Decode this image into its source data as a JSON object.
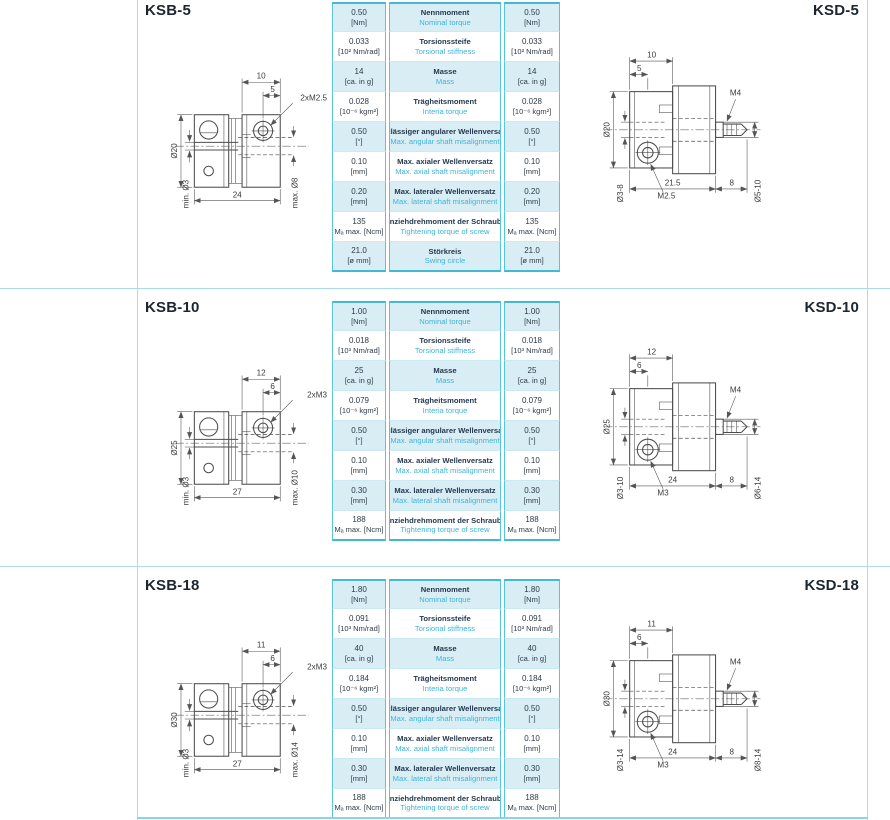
{
  "colors": {
    "accent_cyan": "#43b9d6",
    "row_shade": "#d9edf5",
    "english_label": "#3fb4d8",
    "dark_text": "#2d3a47",
    "frame_line": "#a9dcec"
  },
  "panels": [
    {
      "left_title": "KSB-5",
      "right_title": "KSD-5",
      "rows": [
        {
          "left_value": "0.50",
          "left_unit": "[Nm]",
          "label_de": "Nennmoment",
          "label_en": "Nominal torque",
          "right_value": "0.50",
          "right_unit": "[Nm]"
        },
        {
          "left_value": "0.033",
          "left_unit": "[10² Nm/rad]",
          "label_de": "Torsionssteife",
          "label_en": "Torsional stiffness",
          "right_value": "0.033",
          "right_unit": "[10² Nm/rad]"
        },
        {
          "left_value": "14",
          "left_unit": "[ca. in g]",
          "label_de": "Masse",
          "label_en": "Mass",
          "right_value": "14",
          "right_unit": "[ca. in g]"
        },
        {
          "left_value": "0.028",
          "left_unit": "[10⁻⁶ kgm²]",
          "label_de": "Trägheitsmoment",
          "label_en": "Interia torque",
          "right_value": "0.028",
          "right_unit": "[10⁻⁶ kgm²]"
        },
        {
          "left_value": "0.50",
          "left_unit": "[°]",
          "label_de": "Zulässiger angularer Wellenversatz",
          "label_en": "Max. angular shaft misalignment",
          "right_value": "0.50",
          "right_unit": "[°]"
        },
        {
          "left_value": "0.10",
          "left_unit": "[mm]",
          "label_de": "Max. axialer Wellenversatz",
          "label_en": "Max. axial shaft misalignment",
          "right_value": "0.10",
          "right_unit": "[mm]"
        },
        {
          "left_value": "0.20",
          "left_unit": "[mm]",
          "label_de": "Max. lateraler Wellenversatz",
          "label_en": "Max. lateral shaft misalignment",
          "right_value": "0.20",
          "right_unit": "[mm]"
        },
        {
          "left_value": "135",
          "left_unit": "Mₐ max. [Ncm]",
          "label_de": "Anziehdrehmoment der Schraube",
          "label_en": "Tightening torque of screw",
          "right_value": "135",
          "right_unit": "Mₐ max. [Ncm]"
        },
        {
          "left_value": "21.0",
          "left_unit": "[ø mm]",
          "label_de": "Störkreis",
          "label_en": "Swing circle",
          "right_value": "21.0",
          "right_unit": "[ø mm]"
        }
      ],
      "left_drawing": {
        "hub_width": "10",
        "screw_offset": "5",
        "screw": "2xM2.5",
        "outer_dia": "Ø20",
        "bore_min": "min. Ø3",
        "bore_max": "max. Ø8",
        "overall_length": "24"
      },
      "right_drawing": {
        "hub_width": "10",
        "screw_offset": "5",
        "outer_dia": "Ø20",
        "bore_range": "Ø3-8",
        "clamp_screw": "M2.5",
        "set_screw": "M4",
        "right_dia": "Ø5-10",
        "body_length": "21.5",
        "screw_length": "8"
      }
    },
    {
      "left_title": "KSB-10",
      "right_title": "KSD-10",
      "rows": [
        {
          "left_value": "1.00",
          "left_unit": "[Nm]",
          "label_de": "Nennmoment",
          "label_en": "Nominal torque",
          "right_value": "1.00",
          "right_unit": "[Nm]"
        },
        {
          "left_value": "0.018",
          "left_unit": "[10³ Nm/rad]",
          "label_de": "Torsionssteife",
          "label_en": "Torsional stiffness",
          "right_value": "0.018",
          "right_unit": "[10³ Nm/rad]"
        },
        {
          "left_value": "25",
          "left_unit": "[ca. in g]",
          "label_de": "Masse",
          "label_en": "Mass",
          "right_value": "25",
          "right_unit": "[ca. in g]"
        },
        {
          "left_value": "0.079",
          "left_unit": "[10⁻⁶ kgm²]",
          "label_de": "Trägheitsmoment",
          "label_en": "Interia torque",
          "right_value": "0.079",
          "right_unit": "[10⁻⁶ kgm²]"
        },
        {
          "left_value": "0.50",
          "left_unit": "[°]",
          "label_de": "Zulässiger angularer Wellenversatz",
          "label_en": "Max. angular shaft misalignment",
          "right_value": "0.50",
          "right_unit": "[°]"
        },
        {
          "left_value": "0.10",
          "left_unit": "[mm]",
          "label_de": "Max. axialer Wellenversatz",
          "label_en": "Max. axial shaft misalignment",
          "right_value": "0.10",
          "right_unit": "[mm]"
        },
        {
          "left_value": "0.30",
          "left_unit": "[mm]",
          "label_de": "Max. lateraler Wellenversatz",
          "label_en": "Max. lateral shaft misalignment",
          "right_value": "0.30",
          "right_unit": "[mm]"
        },
        {
          "left_value": "188",
          "left_unit": "Mₐ max. [Ncm]",
          "label_de": "Anziehdrehmoment der Schraube",
          "label_en": "Tightening torque of screw",
          "right_value": "188",
          "right_unit": "Mₐ max. [Ncm]"
        }
      ],
      "left_drawing": {
        "hub_width": "12",
        "screw_offset": "6",
        "screw": "2xM3",
        "outer_dia": "Ø25",
        "bore_min": "min. Ø3",
        "bore_max": "max. Ø10",
        "overall_length": "27"
      },
      "right_drawing": {
        "hub_width": "12",
        "screw_offset": "6",
        "outer_dia": "Ø25",
        "bore_range": "Ø3-10",
        "clamp_screw": "M3",
        "set_screw": "M4",
        "right_dia": "Ø6-14",
        "body_length": "24",
        "screw_length": "8"
      }
    },
    {
      "left_title": "KSB-18",
      "right_title": "KSD-18",
      "rows": [
        {
          "left_value": "1.80",
          "left_unit": "[Nm]",
          "label_de": "Nennmoment",
          "label_en": "Nominal torque",
          "right_value": "1.80",
          "right_unit": "[Nm]"
        },
        {
          "left_value": "0.091",
          "left_unit": "[10³ Nm/rad]",
          "label_de": "Torsionssteife",
          "label_en": "Torsional stiffness",
          "right_value": "0.091",
          "right_unit": "[10³ Nm/rad]"
        },
        {
          "left_value": "40",
          "left_unit": "[ca. in g]",
          "label_de": "Masse",
          "label_en": "Mass",
          "right_value": "40",
          "right_unit": "[ca. in g]"
        },
        {
          "left_value": "0.184",
          "left_unit": "[10⁻⁶ kgm²]",
          "label_de": "Trägheitsmoment",
          "label_en": "Interia torque",
          "right_value": "0.184",
          "right_unit": "[10⁻⁶ kgm²]"
        },
        {
          "left_value": "0.50",
          "left_unit": "[°]",
          "label_de": "Zulässiger angularer Wellenversatz",
          "label_en": "Max. angular shaft misalignment",
          "right_value": "0.50",
          "right_unit": "[°]"
        },
        {
          "left_value": "0.10",
          "left_unit": "[mm]",
          "label_de": "Max. axialer Wellenversatz",
          "label_en": "Max. axial shaft misalignment",
          "right_value": "0.10",
          "right_unit": "[mm]"
        },
        {
          "left_value": "0.30",
          "left_unit": "[mm]",
          "label_de": "Max. lateraler Wellenversatz",
          "label_en": "Max. lateral shaft misalignment",
          "right_value": "0.30",
          "right_unit": "[mm]"
        },
        {
          "left_value": "188",
          "left_unit": "Mₐ max. [Ncm]",
          "label_de": "Anziehdrehmoment der Schraube",
          "label_en": "Tightening torque of screw",
          "right_value": "188",
          "right_unit": "Mₐ max. [Ncm]"
        }
      ],
      "left_drawing": {
        "hub_width": "11",
        "screw_offset": "6",
        "screw": "2xM3",
        "outer_dia": "Ø30",
        "bore_min": "min. Ø3",
        "bore_max": "max. Ø14",
        "overall_length": "27"
      },
      "right_drawing": {
        "hub_width": "11",
        "screw_offset": "6",
        "outer_dia": "Ø30",
        "bore_range": "Ø3-14",
        "clamp_screw": "M3",
        "set_screw": "M4",
        "right_dia": "Ø8-14",
        "body_length": "24",
        "screw_length": "8"
      }
    }
  ]
}
